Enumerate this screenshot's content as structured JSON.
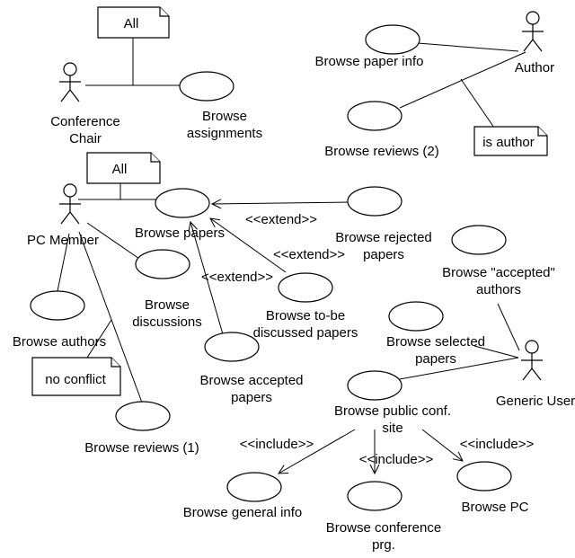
{
  "actors": {
    "conference_chair": [
      "Conference",
      "Chair"
    ],
    "author": [
      "Author"
    ],
    "pc_member": [
      "PC Member"
    ],
    "generic_user": [
      "Generic User"
    ]
  },
  "use_cases": {
    "browse_assignments": [
      "Browse",
      "assignments"
    ],
    "browse_paper_info": [
      "Browse paper info"
    ],
    "browse_reviews_2": [
      "Browse reviews (2)"
    ],
    "browse_papers": [
      "Browse papers"
    ],
    "browse_rejected_papers": [
      "Browse rejected",
      "papers"
    ],
    "browse_accepted_authors": [
      "Browse \"accepted\"",
      "authors"
    ],
    "browse_discussions": [
      "Browse",
      "discussions"
    ],
    "browse_tobe_discussed": [
      "Browse to-be",
      "discussed papers"
    ],
    "browse_authors": [
      "Browse authors"
    ],
    "browse_selected_papers": [
      "Browse selected",
      "papers"
    ],
    "browse_accepted_papers": [
      "Browse accepted",
      "papers"
    ],
    "browse_public_site": [
      "Browse public conf.",
      "site"
    ],
    "browse_reviews_1": [
      "Browse reviews (1)"
    ],
    "browse_general_info": [
      "Browse general info"
    ],
    "browse_conference_prg": [
      "Browse conference",
      "prg."
    ],
    "browse_pc": [
      "Browse PC"
    ]
  },
  "notes": {
    "chair_all": "All",
    "pc_all": "All",
    "is_author": "is author",
    "no_conflict": "no conflict"
  },
  "relations": {
    "extend_rejected": "<<extend>>",
    "extend_tobe": "<<extend>>",
    "extend_accepted": "<<extend>>",
    "include_general": "<<include>>",
    "include_prg": "<<include>>",
    "include_pc": "<<include>>"
  }
}
